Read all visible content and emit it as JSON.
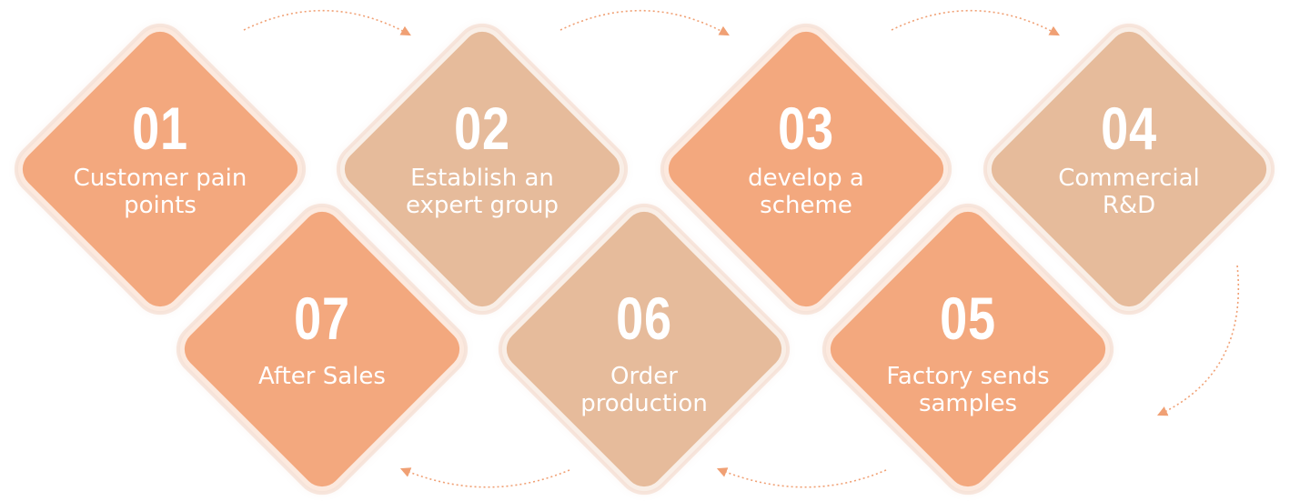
{
  "diagram": {
    "colors": {
      "orange": "#F3A87E",
      "tan": "#E6BB9B",
      "arrow": "#F0A074"
    },
    "steps": [
      {
        "number": "01",
        "label": "Customer pain\npoints",
        "color": "#F3A87E"
      },
      {
        "number": "02",
        "label": "Establish an\nexpert group",
        "color": "#E6BB9B"
      },
      {
        "number": "03",
        "label": "develop a\nscheme",
        "color": "#F3A87E"
      },
      {
        "number": "04",
        "label": "Commercial\nR&D",
        "color": "#E6BB9B"
      },
      {
        "number": "05",
        "label": "Factory sends\nsamples",
        "color": "#F3A87E"
      },
      {
        "number": "06",
        "label": "Order\nproduction",
        "color": "#E6BB9B"
      },
      {
        "number": "07",
        "label": "After Sales",
        "color": "#F3A87E"
      }
    ]
  }
}
